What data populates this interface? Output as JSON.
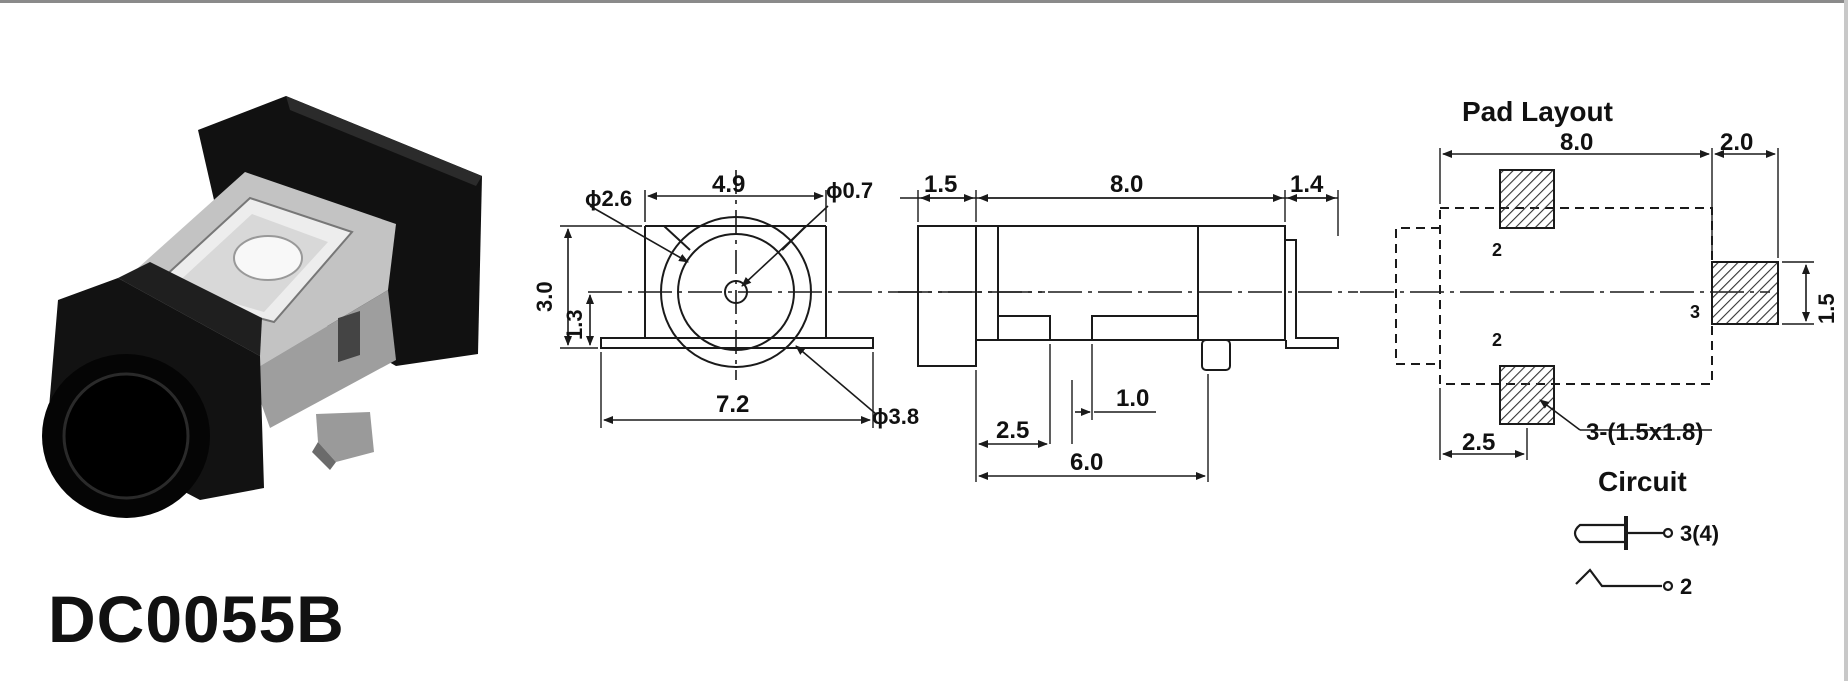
{
  "model_name": "DC0055B",
  "front_view": {
    "hole_dia": "ϕ2.6",
    "width_top": "4.9",
    "pin_dia": "ϕ0.7",
    "height": "3.0",
    "center_height": "1.3",
    "base_width": "7.2",
    "barrel_dia": "ϕ3.8"
  },
  "side_view": {
    "front_len": "1.5",
    "body_len": "8.0",
    "tail_len": "1.4",
    "pin_a": "2.5",
    "pin_b": "1.0",
    "pin_span": "6.0"
  },
  "pad_layout": {
    "title": "Pad Layout",
    "span": "8.0",
    "pad3_offset": "2.0",
    "pad3_height": "1.5",
    "pin_label_top": "2",
    "pin_label_bottom": "2",
    "pin_label_right": "3",
    "pad_offset": "2.5",
    "pad_size": "3-(1.5x1.8)"
  },
  "circuit": {
    "title": "Circuit",
    "pin_a": "3(4)",
    "pin_b": "2"
  },
  "colors": {
    "line": "#1a1a1a",
    "hatch": "#333333",
    "body_black": "#121212",
    "metal": "#b9b9b9"
  }
}
